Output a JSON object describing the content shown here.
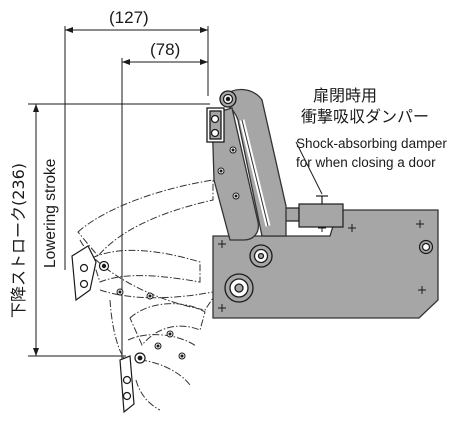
{
  "dimensions": {
    "total_reach": "(127)",
    "partial_reach": "(78)",
    "stroke_jp": "下降ストローク(236)"
  },
  "labels": {
    "stroke_en": "Lowering stroke",
    "damper_jp_line1": "扉閉時用",
    "damper_jp_line2": "衝撃吸収ダンパー",
    "damper_en_line1": "Shock-absorbing damper",
    "damper_en_line2": "for when closing a door"
  },
  "colors": {
    "housing": "#a6a6a6",
    "housing_stroke": "#333333",
    "line": "#1a1a1a",
    "phantom": "#333333"
  }
}
